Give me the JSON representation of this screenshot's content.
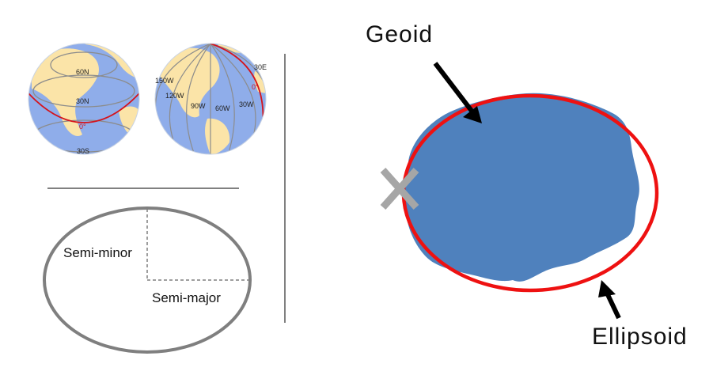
{
  "globe_latitude": {
    "labels": {
      "lat60": "60N",
      "lat30": "30N",
      "equator": "0°",
      "lat30s": "30S"
    }
  },
  "globe_longitude": {
    "labels": {
      "e30": "30E",
      "w150": "150W",
      "w120": "120W",
      "w90": "90W",
      "w60": "60W",
      "w30": "30W",
      "prime": "0°"
    }
  },
  "ellipse_axes": {
    "semi_minor": "Semi-minor",
    "semi_major": "Semi-major"
  },
  "geoid_figure": {
    "geoid_label": "Geoid",
    "ellipsoid_label": "Ellipsoid"
  },
  "colors": {
    "ocean": "#8fadea",
    "land": "#fbe4a8",
    "grid": "#8c8c8c",
    "equator": "#d4141c",
    "geoid_fill": "#4f81bd",
    "ellipsoid_stroke": "#ee1111",
    "cross": "#a6a6a6",
    "divider": "#808080"
  }
}
